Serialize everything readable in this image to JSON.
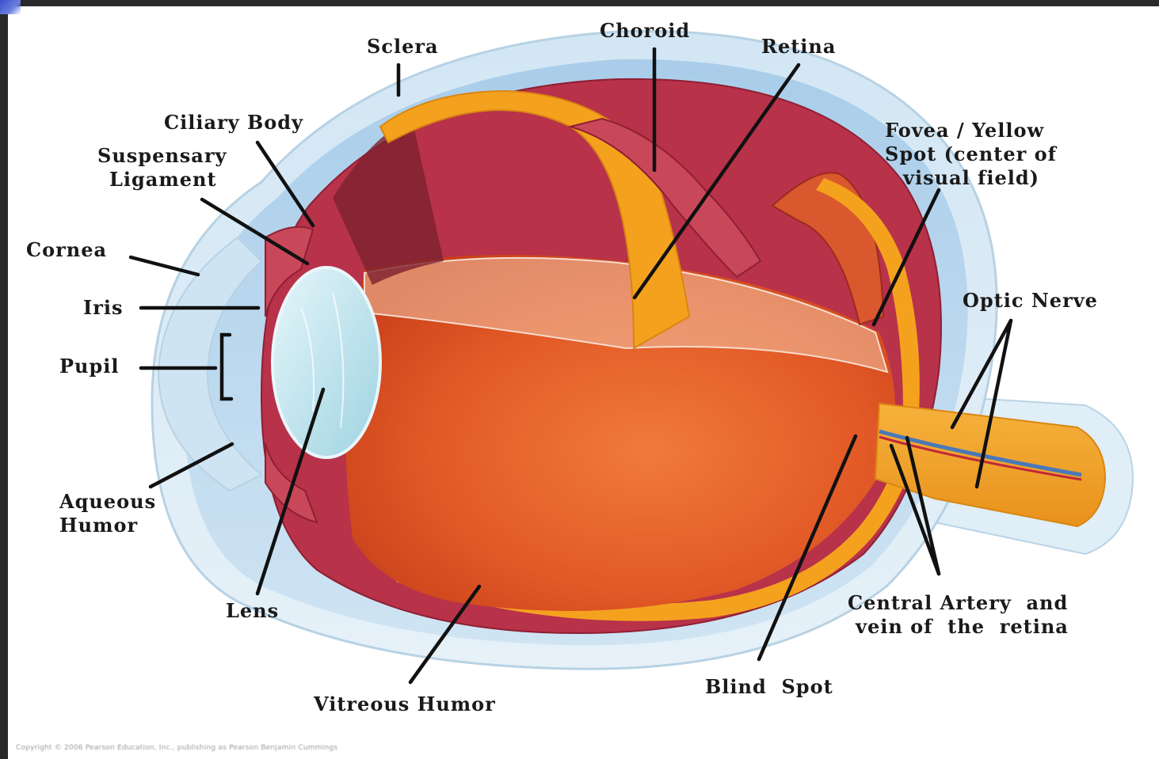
{
  "labels": {
    "sclera": "Sclera",
    "choroid": "Choroid",
    "retina": "Retina",
    "ciliary_body": "Ciliary Body",
    "suspensory_ligament_1": "Suspensary",
    "suspensory_ligament_2": "Ligament",
    "fovea_1": "Fovea / Yellow",
    "fovea_2": "Spot (center of",
    "fovea_3": "visual field)",
    "cornea": "Cornea",
    "iris": "Iris",
    "pupil": "Pupil",
    "optic_nerve": "Optic Nerve",
    "aqueous_humor_1": "Aqueous",
    "aqueous_humor_2": "Humor",
    "lens": "Lens",
    "vitreous_humor": "Vitreous Humor",
    "blind_spot": "Blind  Spot",
    "central_artery_1": "Central Artery  and",
    "central_artery_2": "vein of  the  retina"
  },
  "copyright": "Copyright © 2006 Pearson Education, Inc., publishing as Pearson Benjamin Cummings",
  "colors": {
    "sclera_outer": "#dcecf6",
    "choroid": "#b8324a",
    "retina": "#f4a21e",
    "vitreous": "#e2642c",
    "lens": "#bfe3ee",
    "aqueous": "#cfe4f3",
    "text": "#1a1a1a",
    "frame": "#2a2a2a"
  }
}
